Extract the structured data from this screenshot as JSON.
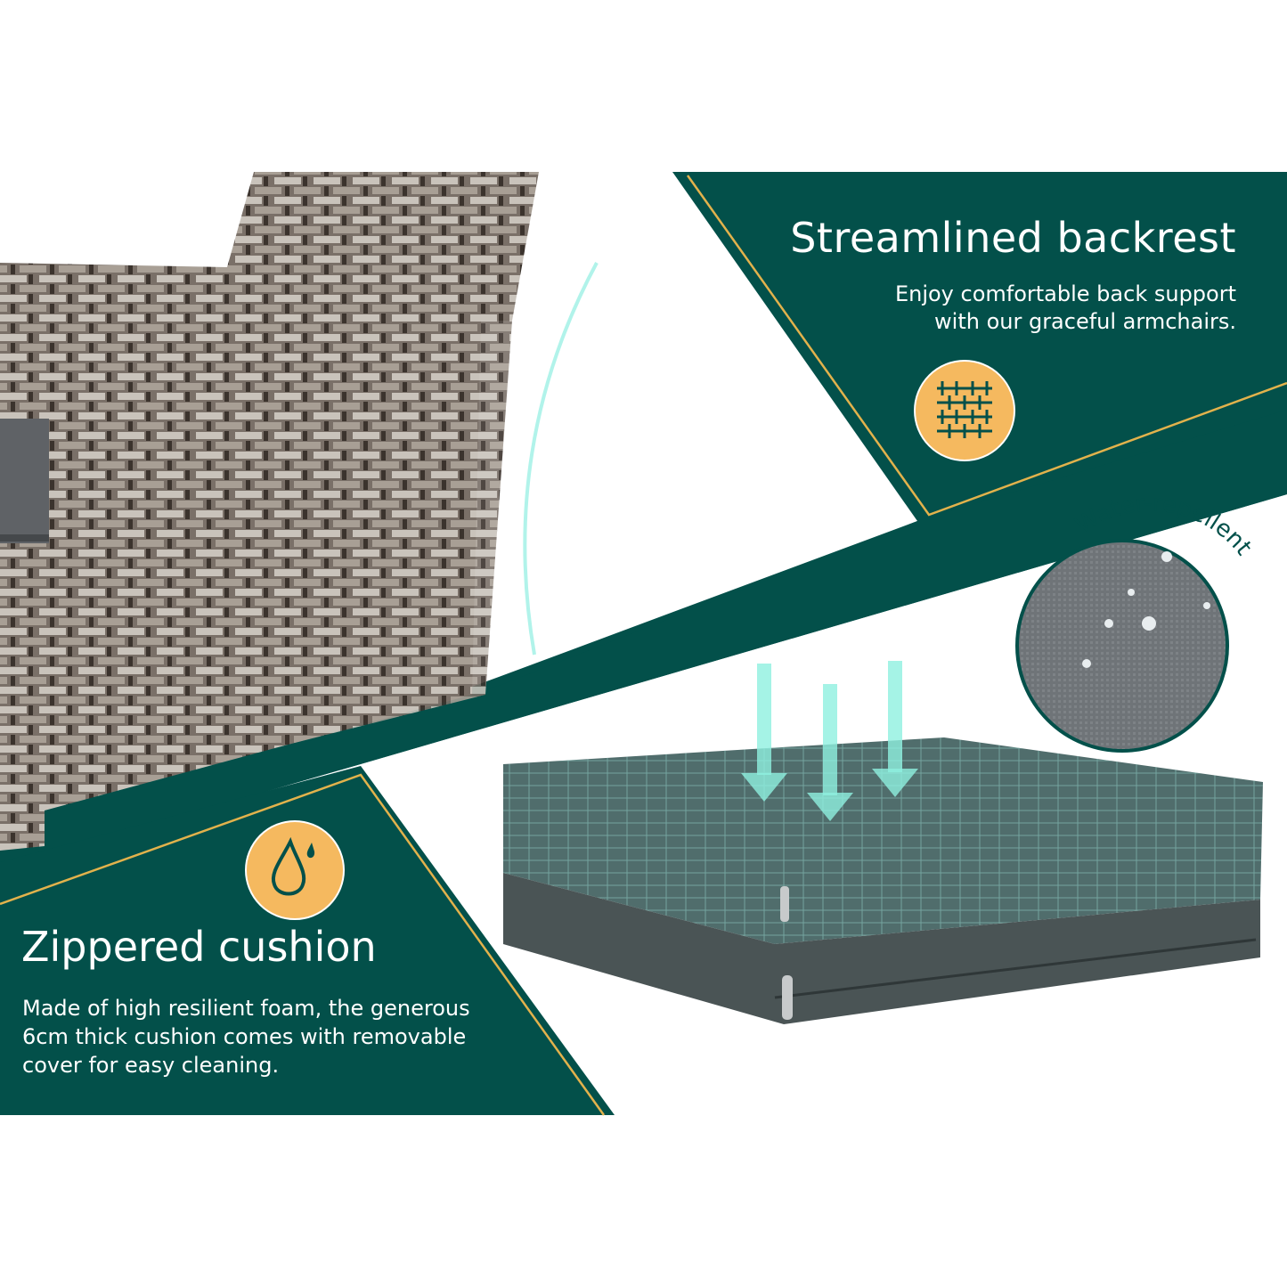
{
  "features": [
    {
      "title": "Streamlined backrest",
      "description_lines": [
        "Enjoy comfortable back support",
        "with our graceful armchairs."
      ],
      "icon": "weave-icon"
    },
    {
      "title": "Zippered cushion",
      "description_lines": [
        "Made of high resilient foam, the generous",
        "6cm thick cushion comes with removable",
        "cover for easy cleaning."
      ],
      "icon": "water-drop-icon"
    }
  ],
  "badge": {
    "label": "Water-repellent"
  },
  "colors": {
    "panel": "#03504a",
    "accent": "#f5b95f",
    "gold_line": "#e2b24c",
    "arrow": "#8ff0e0"
  }
}
